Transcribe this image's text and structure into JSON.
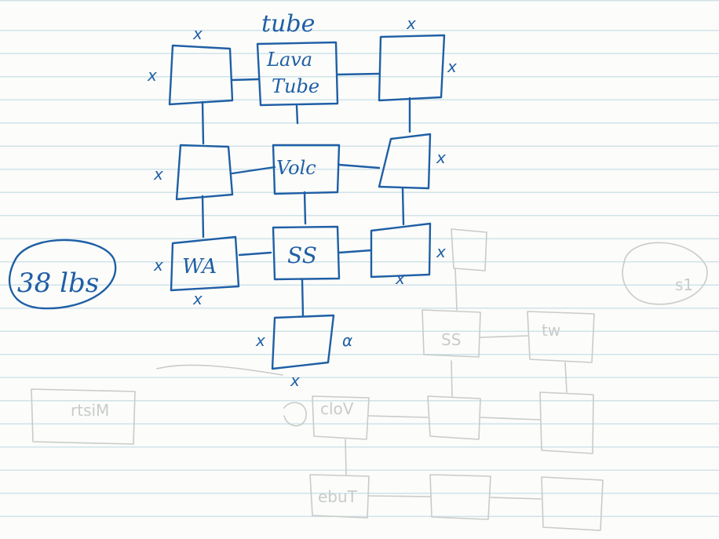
{
  "diagram": {
    "header_note": "tube",
    "boxes": {
      "top_left": "",
      "top_center_line1": "Lava",
      "top_center_line2": "Tube",
      "top_right": "",
      "mid_left": "",
      "mid_center": "Volc",
      "mid_right": "",
      "low_left": "WA",
      "low_center": "SS",
      "low_right": "",
      "bottom": ""
    },
    "blocked_mark": "x",
    "alt_mark": "α",
    "side_note": "38 lbs"
  },
  "colors": {
    "ink": "#1f5fa5",
    "paper_rule": "#cfe3ea",
    "bleed_through": "#c8ccc9"
  }
}
